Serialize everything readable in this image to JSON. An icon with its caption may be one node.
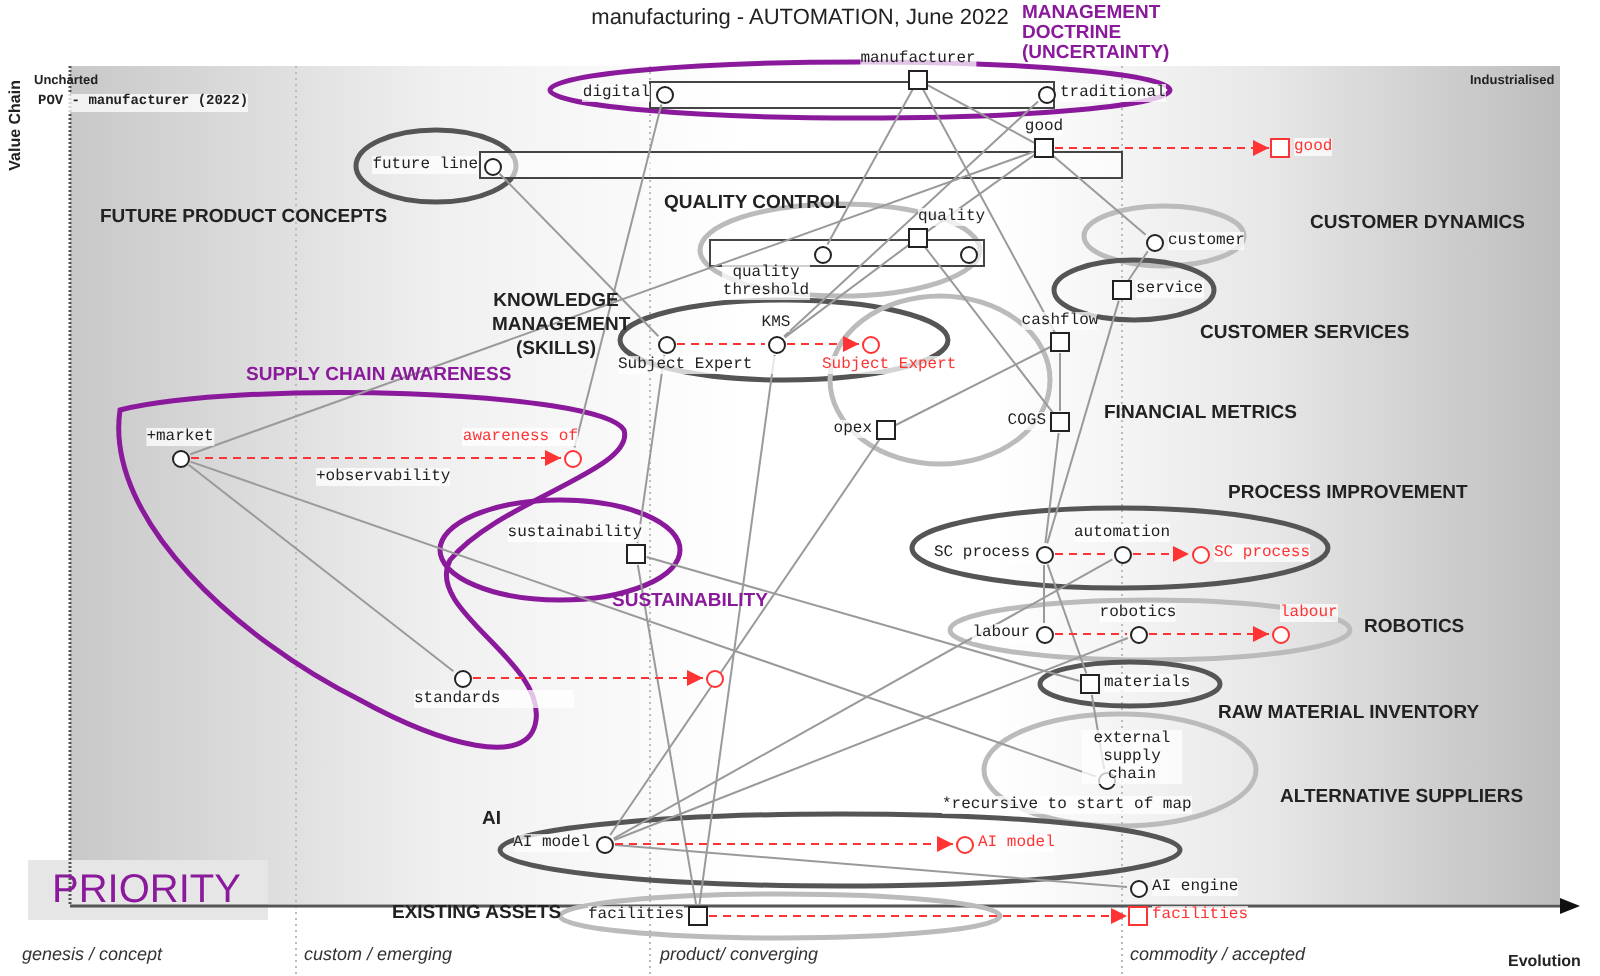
{
  "diagram": {
    "title": "manufacturing - AUTOMATION, June 2022",
    "nodes": [
      {
        "text": [
          "manufacturer"
        ]
      },
      {
        "text": [
          "digital"
        ]
      },
      {
        "text": [
          "traditional"
        ]
      },
      {
        "text": [
          "good"
        ]
      },
      {
        "text": [
          "good"
        ]
      },
      {
        "text": [
          "future line"
        ]
      },
      {
        "text": [
          "quality"
        ]
      },
      {
        "text": [
          "quality threshold"
        ]
      },
      {
        "text": [],
        "shape": "circle"
      },
      {
        "text": [
          "customer"
        ]
      },
      {
        "text": [
          "service"
        ]
      },
      {
        "text": [
          "Subject Expert"
        ]
      },
      {
        "text": [
          "KMS"
        ]
      },
      {
        "text": [
          "Subject Expert"
        ]
      },
      {
        "text": [
          "cashflow"
        ]
      },
      {
        "text": [
          "opex"
        ]
      },
      {
        "text": [
          "COGS"
        ]
      },
      {
        "text": [
          "+market"
        ]
      },
      {
        "text": [
          "awareness of"
        ]
      },
      {
        "text": [
          "sustainability"
        ]
      },
      {
        "text": [
          "SC process"
        ]
      },
      {
        "text": [
          "automation"
        ]
      },
      {
        "text": [
          "SC process"
        ]
      },
      {
        "text": [
          "labour"
        ]
      },
      {
        "text": [
          "robotics"
        ]
      },
      {
        "text": [
          "labour"
        ]
      },
      {
        "text": [
          "standards"
        ]
      },
      {
        "text": [],
        "shape": "circle"
      },
      {
        "text": [
          "materials"
        ]
      },
      {
        "text": [
          "external supply chain"
        ],
        "beside": [
          "*recursive to start of map"
        ]
      },
      {
        "text": [
          "AI model"
        ]
      },
      {
        "text": [
          "AI model"
        ]
      },
      {
        "text": [
          "AI engine"
        ]
      },
      {
        "text": [
          "facilities"
        ]
      },
      {
        "text": [
          "facilities"
        ]
      }
    ],
    "edges": [
      {
        "from": 0,
        "to": 3,
        "arrow": "none"
      },
      {
        "from": 0,
        "to": 7,
        "arrow": "none"
      },
      {
        "from": 0,
        "to": 14,
        "arrow": "none"
      },
      {
        "from": 1,
        "to": 18,
        "arrow": "none"
      },
      {
        "from": 2,
        "to": 12,
        "arrow": "none"
      },
      {
        "from": 5,
        "to": 11,
        "arrow": "none"
      },
      {
        "from": 3,
        "to": 17,
        "arrow": "none"
      },
      {
        "from": 3,
        "to": 6,
        "arrow": "none"
      },
      {
        "from": 3,
        "to": 9,
        "arrow": "none"
      },
      {
        "from": 6,
        "to": 12,
        "arrow": "none"
      },
      {
        "from": 6,
        "to": 16,
        "arrow": "none"
      },
      {
        "from": 9,
        "to": 10,
        "arrow": "none"
      },
      {
        "from": 10,
        "to": 20,
        "arrow": "none"
      },
      {
        "from": 14,
        "to": 15,
        "arrow": "none"
      },
      {
        "from": 14,
        "to": 16,
        "arrow": "none"
      },
      {
        "from": 16,
        "to": 20,
        "arrow": "none"
      },
      {
        "from": 20,
        "to": 23,
        "arrow": "none"
      },
      {
        "from": 20,
        "to": 28,
        "arrow": "none"
      },
      {
        "from": 17,
        "to": 26,
        "arrow": "none"
      },
      {
        "from": 17,
        "to": 29,
        "arrow": "none"
      },
      {
        "from": 19,
        "to": 28,
        "arrow": "none"
      },
      {
        "from": 28,
        "to": 29,
        "arrow": "none"
      },
      {
        "from": 12,
        "to": 33,
        "arrow": "none"
      },
      {
        "from": 19,
        "to": 33,
        "arrow": "none"
      },
      {
        "from": 15,
        "to": 30,
        "arrow": "none"
      },
      {
        "from": 21,
        "to": 30,
        "arrow": "none"
      },
      {
        "from": 24,
        "to": 30,
        "arrow": "none"
      },
      {
        "from": 30,
        "to": 32,
        "arrow": "none"
      },
      {
        "from": 11,
        "to": 19,
        "arrow": "none"
      },
      {
        "from": 3,
        "to": 4,
        "arrow": "to",
        "style": "dashed",
        "color": "#ff3333"
      },
      {
        "from": 11,
        "to": 12,
        "arrow": "none",
        "style": "dashed",
        "color": "#ff3333"
      },
      {
        "from": 12,
        "to": 13,
        "arrow": "to",
        "style": "dashed",
        "color": "#ff3333"
      },
      {
        "from": 17,
        "to": 18,
        "arrow": "to",
        "label": "+observability",
        "style": "dashed",
        "color": "#ff3333"
      },
      {
        "from": 26,
        "to": 27,
        "arrow": "to",
        "style": "dashed",
        "color": "#ff3333"
      },
      {
        "from": 20,
        "to": 21,
        "arrow": "none",
        "style": "dashed",
        "color": "#ff3333"
      },
      {
        "from": 21,
        "to": 22,
        "arrow": "to",
        "style": "dashed",
        "color": "#ff3333"
      },
      {
        "from": 23,
        "to": 24,
        "arrow": "none",
        "style": "dashed",
        "color": "#ff3333"
      },
      {
        "from": 24,
        "to": 25,
        "arrow": "to",
        "style": "dashed",
        "color": "#ff3333"
      },
      {
        "from": 30,
        "to": 31,
        "arrow": "to",
        "style": "dashed",
        "color": "#ff3333"
      },
      {
        "from": 33,
        "to": 34,
        "arrow": "to",
        "style": "dashed",
        "color": "#ff3333"
      }
    ],
    "labels": [
      "MANAGEMENT DOCTRINE (UNCERTAINTY)",
      "Value Chain",
      "Uncharted",
      "POV - manufacturer (2022)",
      "Industrialised",
      "FUTURE PRODUCT CONCEPTS",
      "QUALITY CONTROL",
      "CUSTOMER DYNAMICS",
      "KNOWLEDGE MANAGEMENT (SKILLS)",
      "CUSTOMER SERVICES",
      "SUPPLY CHAIN AWARENESS",
      "FINANCIAL METRICS",
      "PROCESS IMPROVEMENT",
      "SUSTAINABILITY",
      "ROBOTICS",
      "RAW MATERIAL INVENTORY",
      "ALTERNATIVE SUPPLIERS",
      "AI",
      "PRIORITY",
      "EXISTING ASSETS",
      "genesis / concept",
      "custom / emerging",
      "product/ converging",
      "commodity / accepted",
      "Evolution"
    ]
  }
}
